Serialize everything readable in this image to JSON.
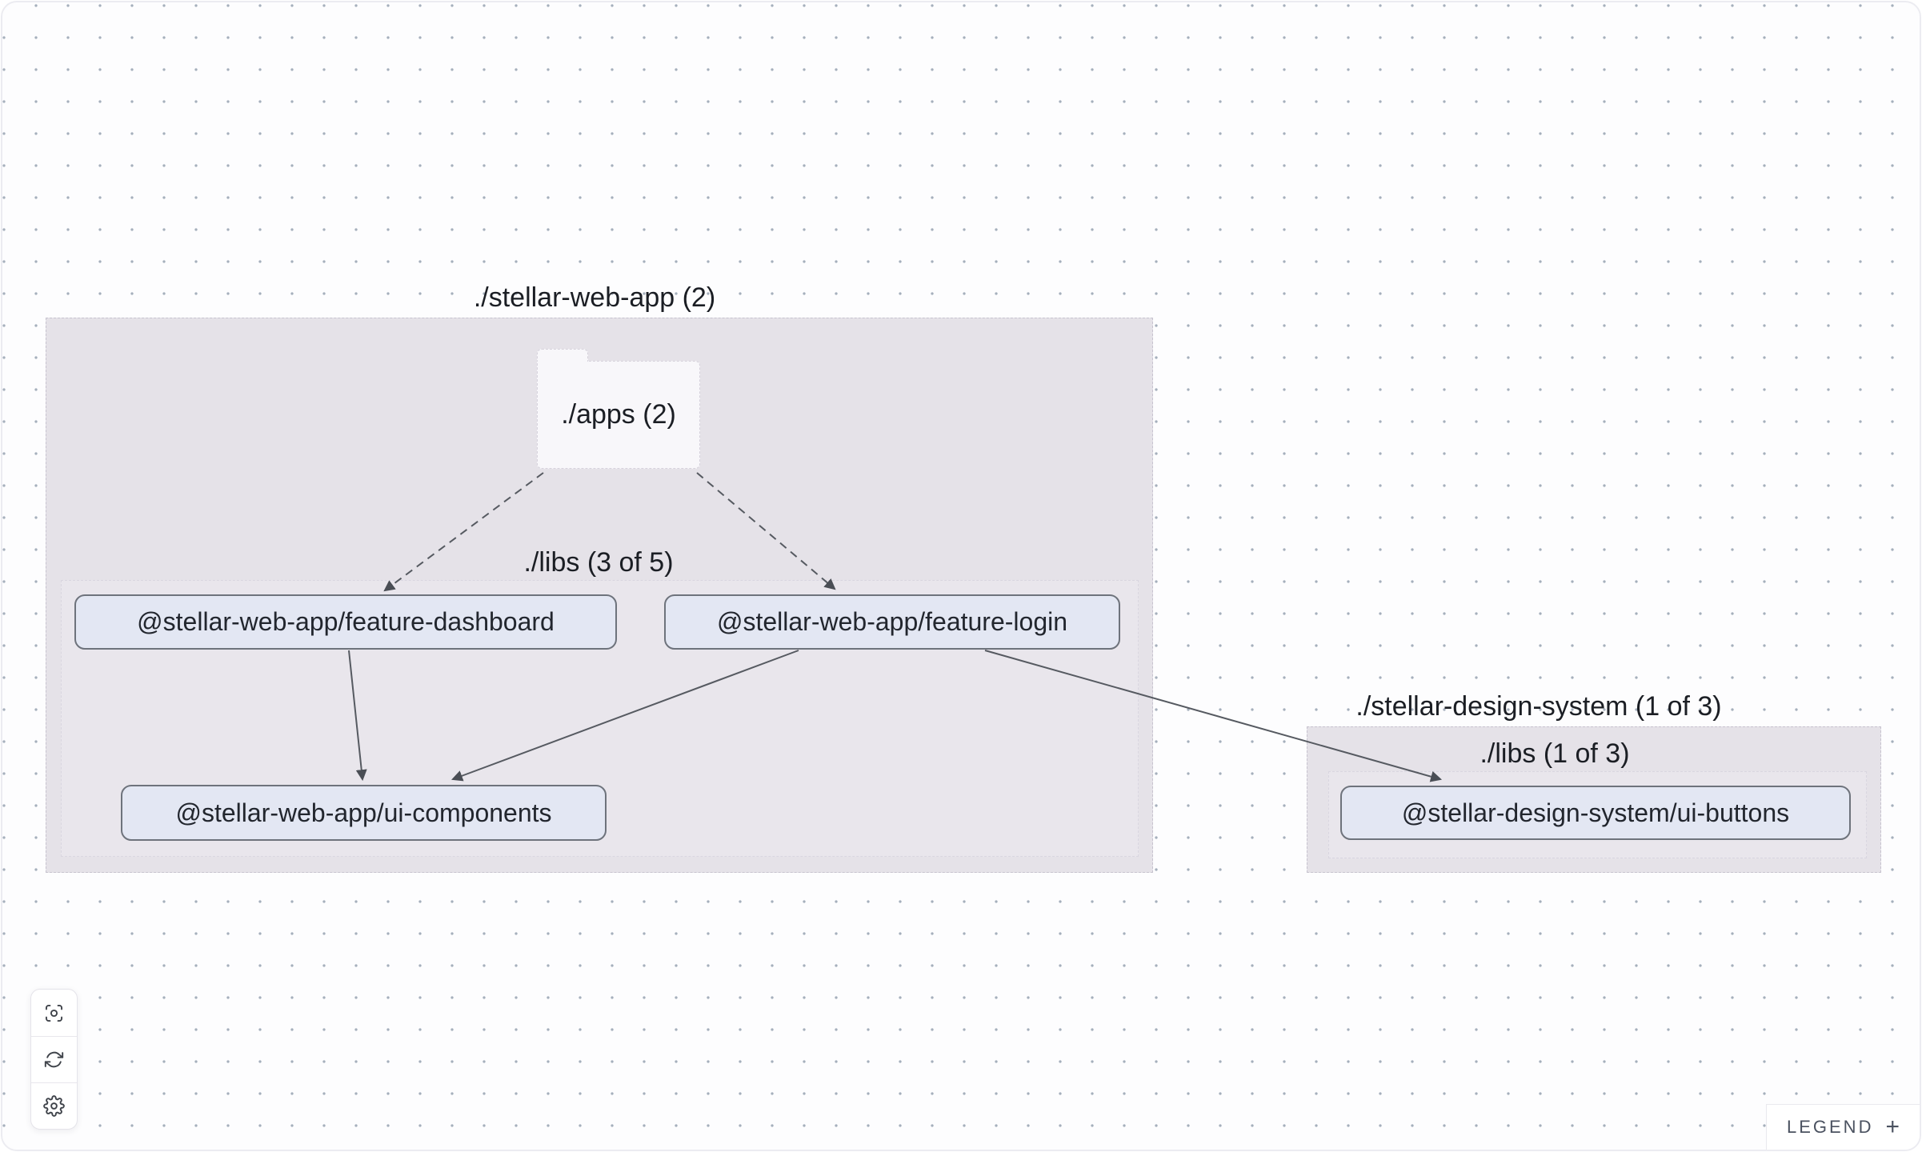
{
  "graph": {
    "clusters": [
      {
        "id": "stellar-web-app",
        "title": "./stellar-web-app (2)",
        "folder": {
          "label": "./apps (2)"
        },
        "libs": {
          "label": "./libs (3 of 5)"
        }
      },
      {
        "id": "stellar-design-system",
        "title": "./stellar-design-system (1 of 3)",
        "libs": {
          "label": "./libs (1 of 3)"
        }
      }
    ],
    "nodes": [
      {
        "id": "feature-dashboard",
        "label": "@stellar-web-app/feature-dashboard"
      },
      {
        "id": "feature-login",
        "label": "@stellar-web-app/feature-login"
      },
      {
        "id": "ui-components",
        "label": "@stellar-web-app/ui-components"
      },
      {
        "id": "ui-buttons",
        "label": "@stellar-design-system/ui-buttons"
      }
    ],
    "edges": [
      {
        "source": "./apps",
        "target": "@stellar-web-app/feature-dashboard",
        "style": "dashed"
      },
      {
        "source": "./apps",
        "target": "@stellar-web-app/feature-login",
        "style": "dashed"
      },
      {
        "source": "@stellar-web-app/feature-dashboard",
        "target": "@stellar-web-app/ui-components",
        "style": "solid"
      },
      {
        "source": "@stellar-web-app/feature-login",
        "target": "@stellar-web-app/ui-components",
        "style": "solid"
      },
      {
        "source": "@stellar-web-app/feature-login",
        "target": "@stellar-design-system/ui-buttons",
        "style": "solid"
      }
    ]
  },
  "toolbar": {
    "buttons": [
      {
        "icon": "focus-icon"
      },
      {
        "icon": "refresh-icon"
      },
      {
        "icon": "settings-icon"
      }
    ]
  },
  "legend": {
    "label": "LEGEND",
    "toggle_icon": "+"
  },
  "colors": {
    "canvas_bg": "#fdfdfe",
    "dot": "#a5afbc",
    "cluster_fill": "#e5e2e8",
    "inner_cluster_fill": "#e9e6ec",
    "node_fill": "#e3e7f3",
    "node_border": "#6e737c",
    "edge": "#565a61",
    "text": "#1b1e24"
  }
}
